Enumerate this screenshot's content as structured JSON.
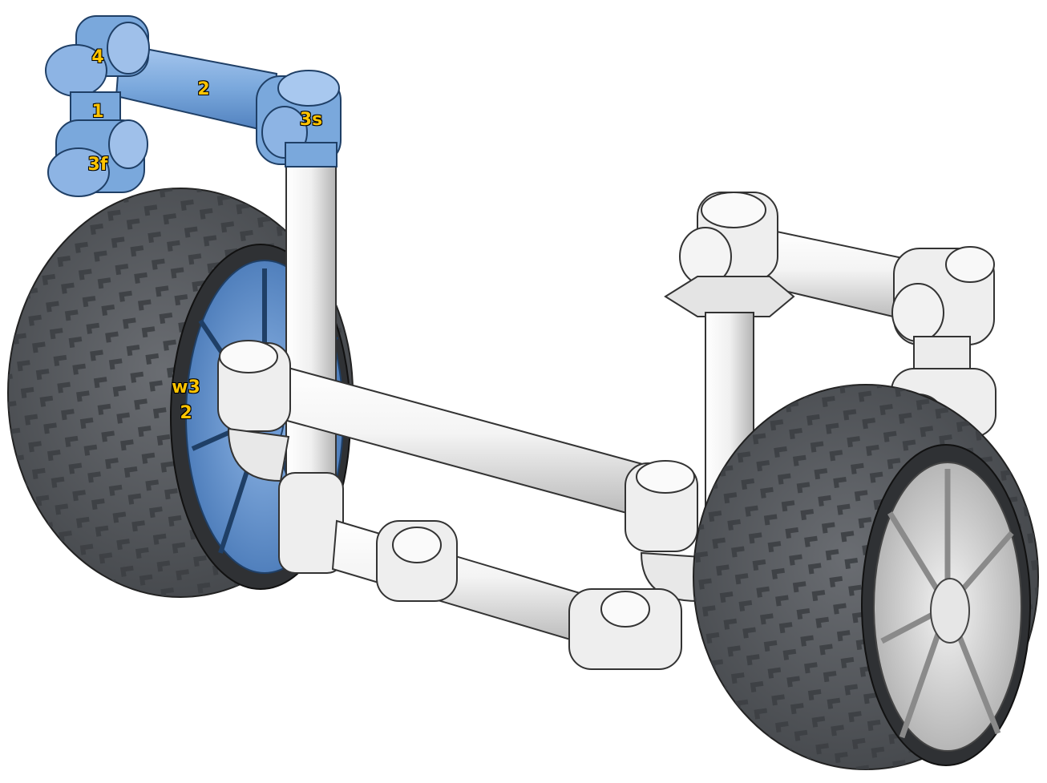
{
  "labels": {
    "part_4": "4",
    "part_2_top": "2",
    "part_1": "1",
    "part_3s": "3s",
    "part_3f": "3f",
    "part_w3": "w3",
    "part_2_wheel": "2"
  },
  "colors": {
    "highlight_blue": "#7aa8dc",
    "highlight_blue_dark": "#3d6ea8",
    "part_white": "#f2f2f2",
    "part_shade": "#bdbdbd",
    "tire": "#5a5d62",
    "tire_dark": "#3a3c40",
    "label_yellow": "#ffc400"
  }
}
